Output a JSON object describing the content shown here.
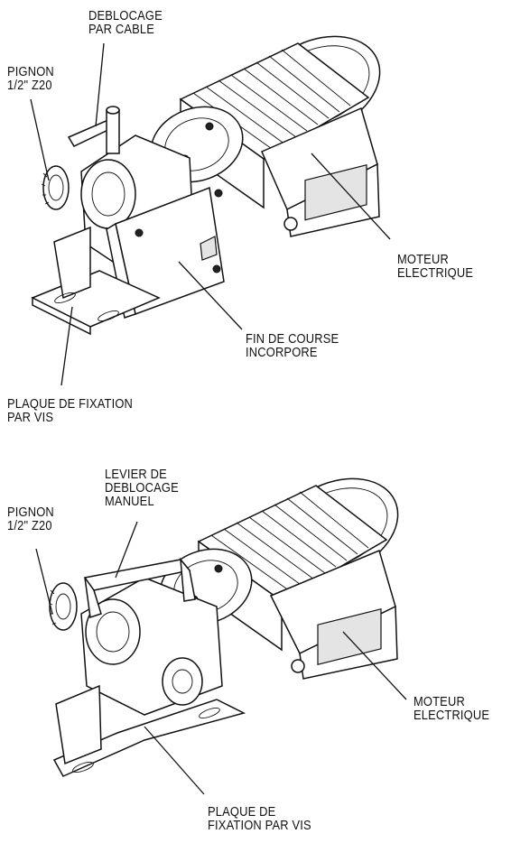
{
  "figure_top": {
    "labels": {
      "cable_release": [
        "DEBLOCAGE",
        "PAR CABLE"
      ],
      "sprocket": [
        "PIGNON",
        "1/2\" Z20"
      ],
      "electric_motor": [
        "MOTEUR",
        "ELECTRIQUE"
      ],
      "limit_switch": [
        "FIN DE COURSE",
        "INCORPORE"
      ],
      "mounting_plate": [
        "PLAQUE DE FIXATION",
        "PAR VIS"
      ]
    }
  },
  "figure_bottom": {
    "labels": {
      "manual_release_lever": [
        "LEVIER DE",
        "DEBLOCAGE",
        "MANUEL"
      ],
      "sprocket": [
        "PIGNON",
        "1/2\" Z20"
      ],
      "electric_motor": [
        "MOTEUR",
        "ELECTRIQUE"
      ],
      "mounting_plate": [
        "PLAQUE DE",
        "FIXATION PAR VIS"
      ]
    }
  }
}
